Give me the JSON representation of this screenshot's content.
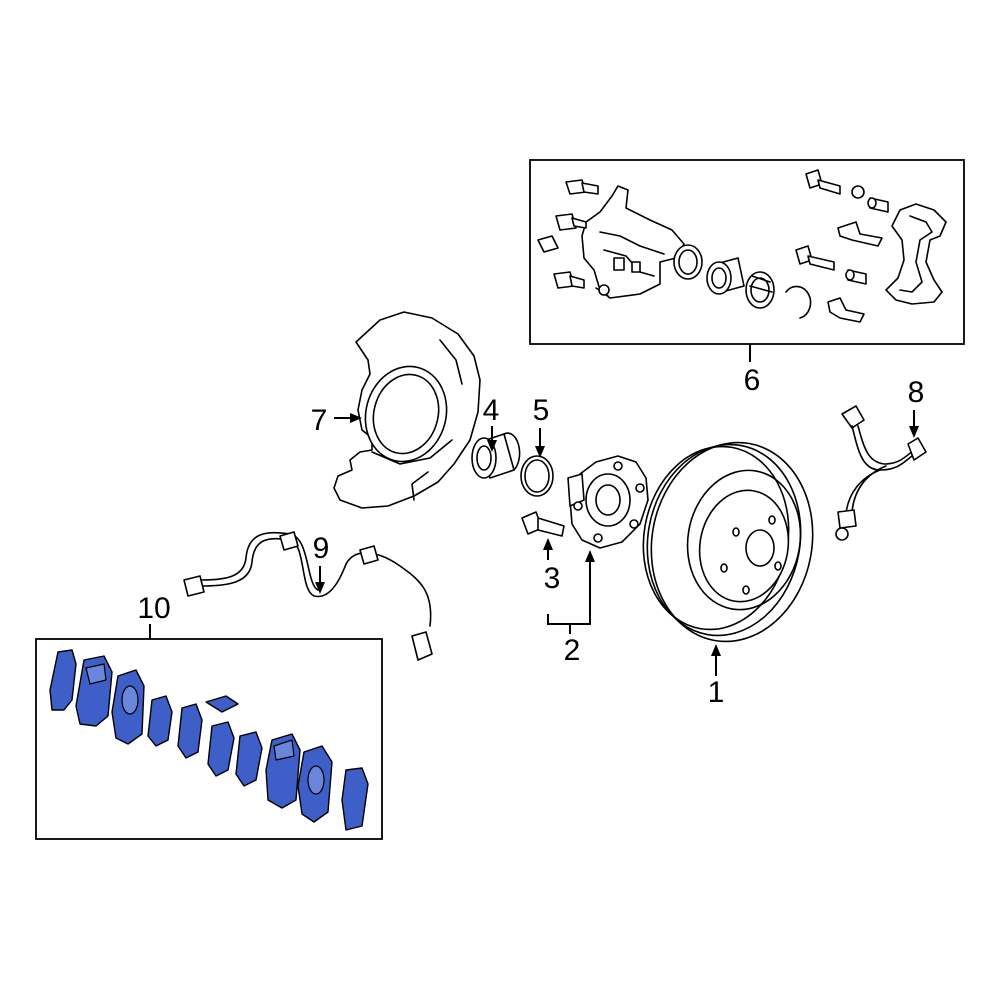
{
  "colors": {
    "pad_blue": "#3f5fc8",
    "line": "#000000",
    "background": "#ffffff"
  },
  "callouts": [
    {
      "id": "1",
      "label": "1"
    },
    {
      "id": "2",
      "label": "2"
    },
    {
      "id": "3",
      "label": "3"
    },
    {
      "id": "4",
      "label": "4"
    },
    {
      "id": "5",
      "label": "5"
    },
    {
      "id": "6",
      "label": "6"
    },
    {
      "id": "7",
      "label": "7"
    },
    {
      "id": "8",
      "label": "8"
    },
    {
      "id": "9",
      "label": "9"
    },
    {
      "id": "10",
      "label": "10"
    }
  ]
}
